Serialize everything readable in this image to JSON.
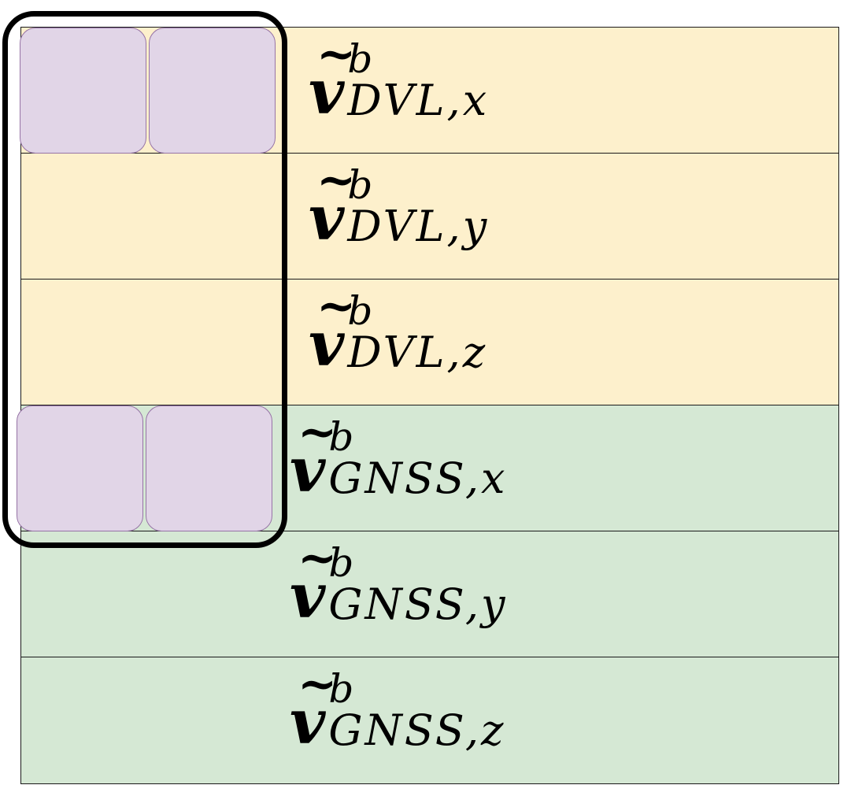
{
  "rows": [
    {
      "group": "DVL",
      "base": "v",
      "tilde": "~",
      "sup": "b",
      "sub": "DVL,x"
    },
    {
      "group": "DVL",
      "base": "v",
      "tilde": "~",
      "sup": "b",
      "sub": "DVL,y"
    },
    {
      "group": "DVL",
      "base": "v",
      "tilde": "~",
      "sup": "b",
      "sub": "DVL,z"
    },
    {
      "group": "GNSS",
      "base": "v",
      "tilde": "~",
      "sup": "b",
      "sub": "GNSS,x"
    },
    {
      "group": "GNSS",
      "base": "v",
      "tilde": "~",
      "sup": "b",
      "sub": "GNSS,y"
    },
    {
      "group": "GNSS",
      "base": "v",
      "tilde": "~",
      "sup": "b",
      "sub": "GNSS,z"
    }
  ],
  "colors": {
    "dvl_fill": "#fdf0cc",
    "gnss_fill": "#d5e8d4",
    "cell_fill": "#e1d5e7",
    "cell_stroke": "#9673a6",
    "bracket_stroke": "#000000"
  }
}
